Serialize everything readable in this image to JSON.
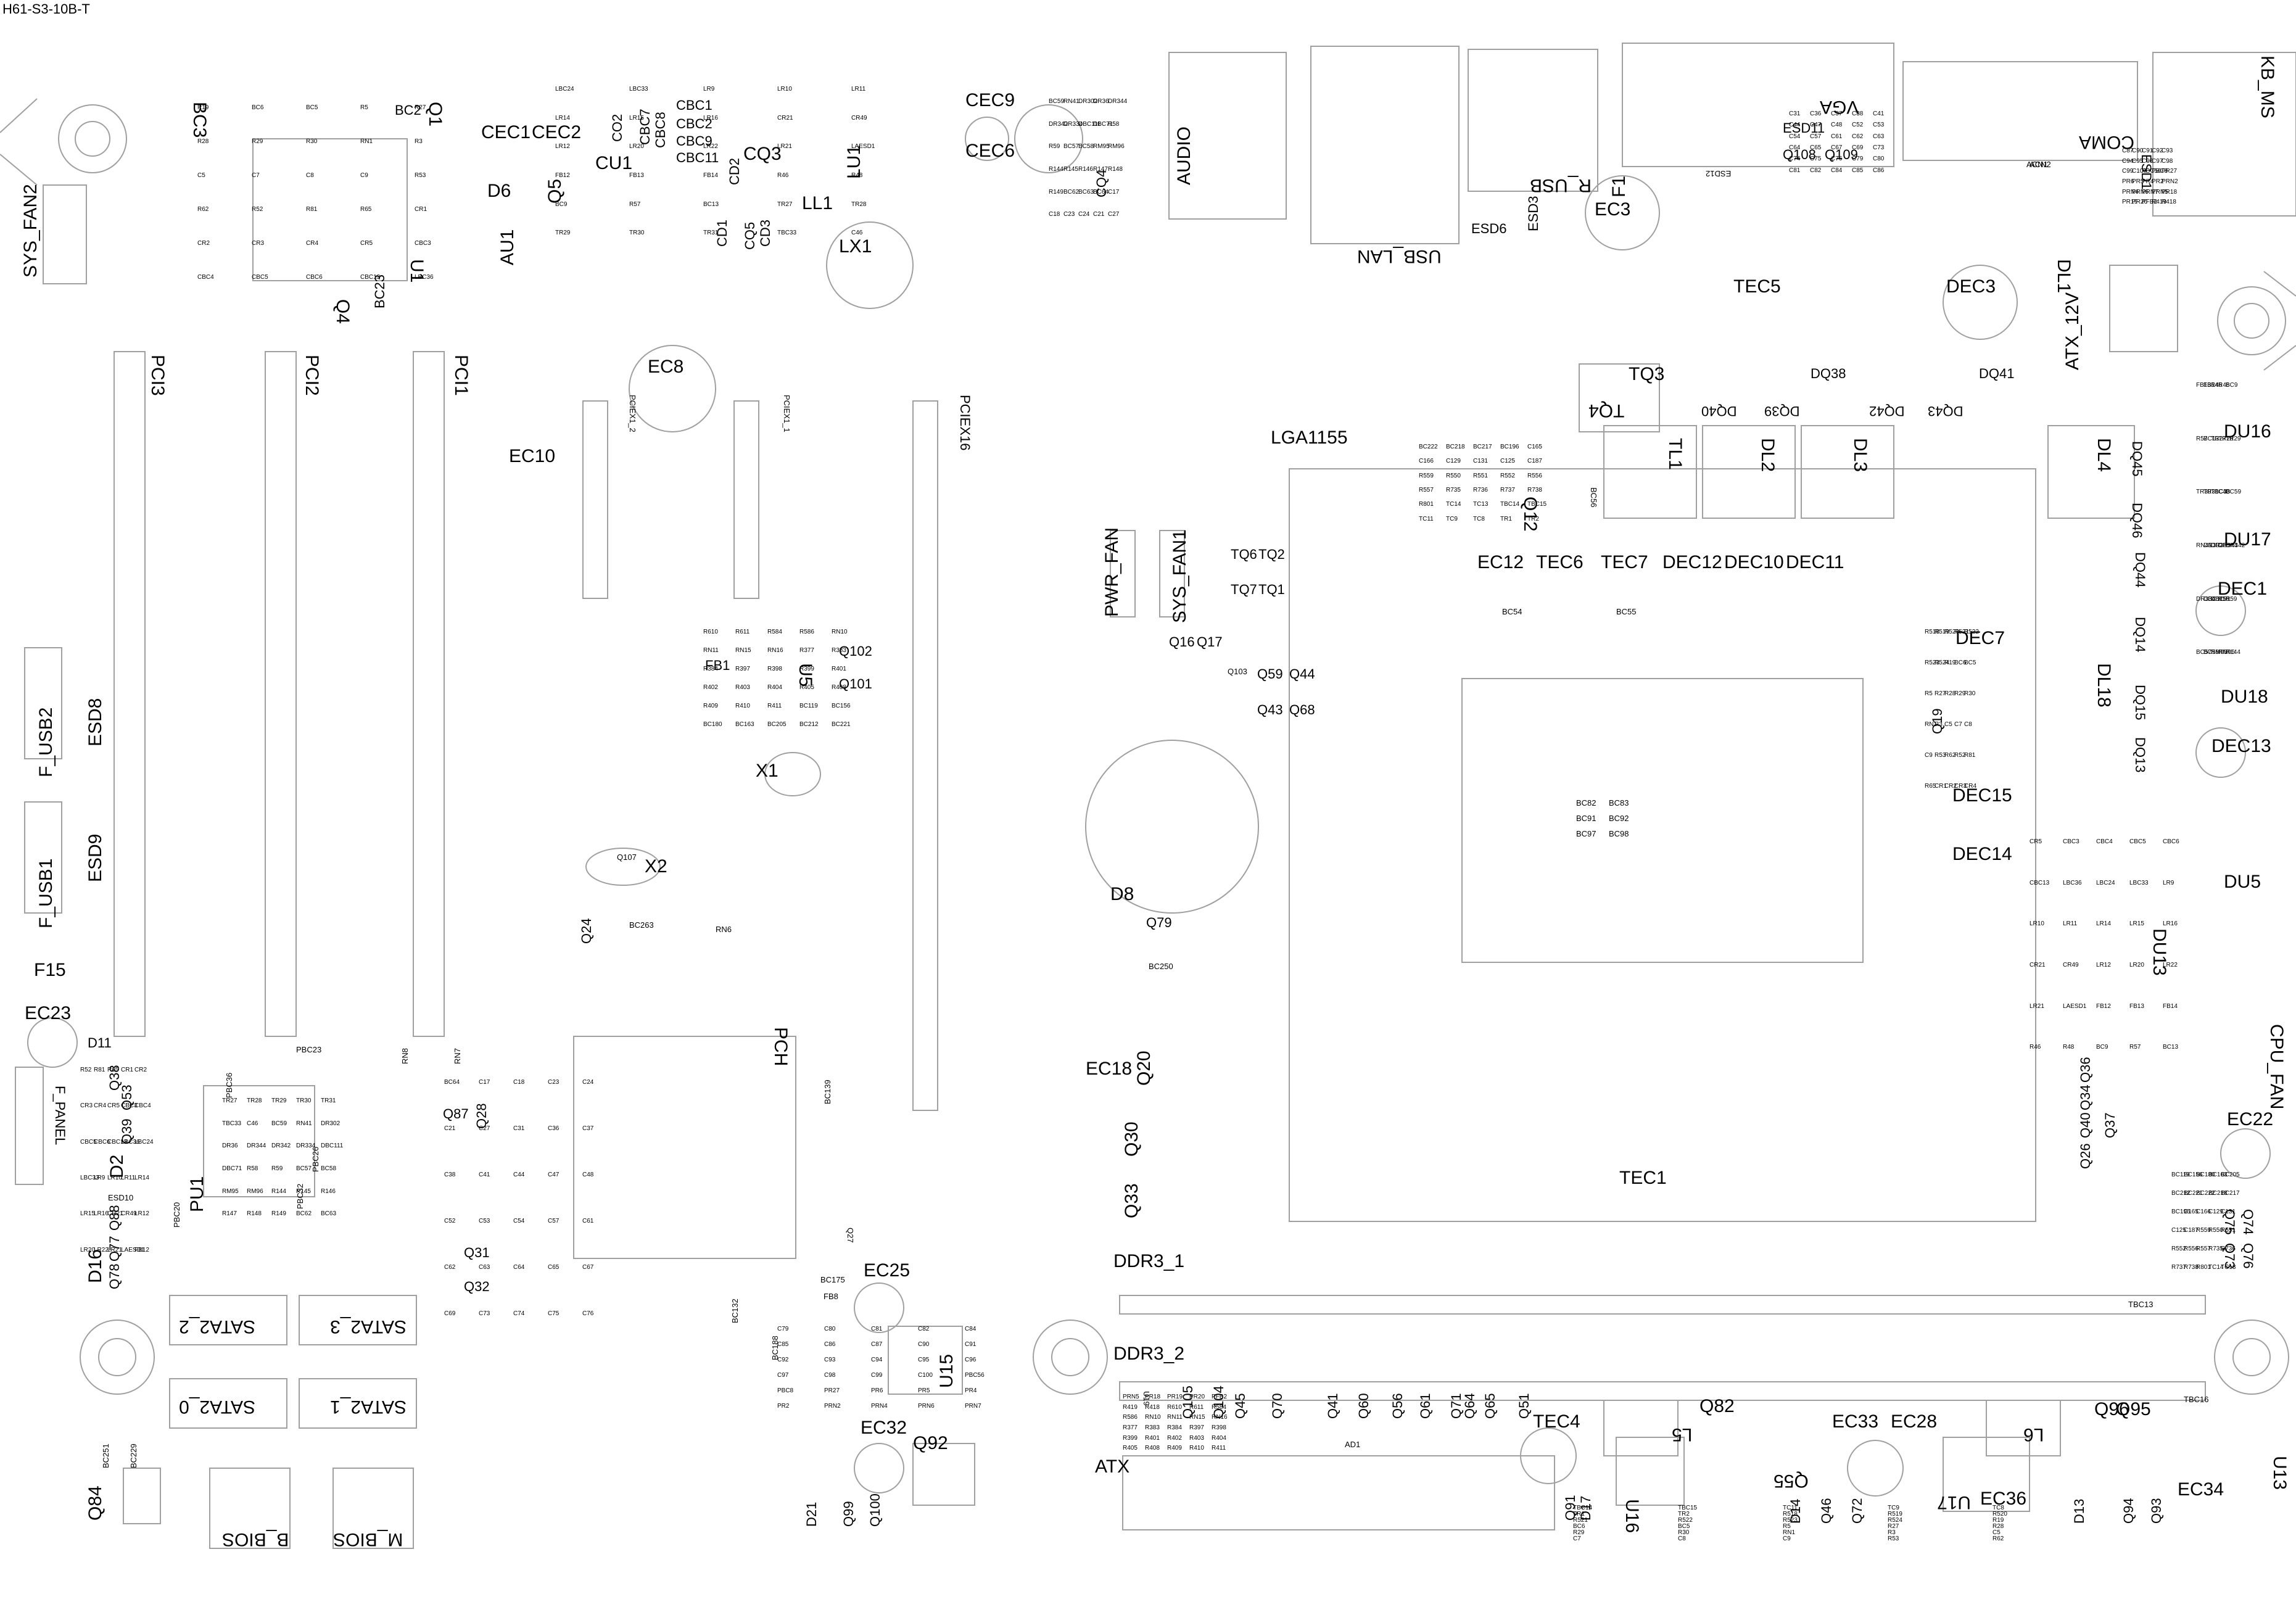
{
  "board_id": "H61-S3-10B-T",
  "colors": {
    "outline": "#a0a0a0",
    "text": "#000000",
    "background": "#ffffff"
  },
  "labels": {
    "sys_fan2": "SYS_FAN2",
    "bc3": "BC3",
    "bc2": "BC2",
    "q1": "Q1",
    "u1": "U1",
    "q4": "Q4",
    "bc23": "BC23",
    "pci3": "PCI3",
    "pci2": "PCI2",
    "pci1": "PCI1",
    "cec1": "CEC1",
    "cec2": "CEC2",
    "cbc1": "CBC1",
    "cbc2": "CBC2",
    "cbc9": "CBC9",
    "cbc11": "CBC11",
    "cbc7": "CBC7",
    "cbc8": "CBC8",
    "co2": "CO2",
    "cu1": "CU1",
    "q5": "Q5",
    "d6": "D6",
    "au1": "AU1",
    "cq3": "CQ3",
    "cd2": "CD2",
    "cd1": "CD1",
    "cq5": "CQ5",
    "cd3": "CD3",
    "lu1": "LU1",
    "ll1": "LL1",
    "lx1": "LX1",
    "cec9": "CEC9",
    "cec6": "CEC6",
    "cq4": "CQ4",
    "audio": "AUDIO",
    "r_usb": "R_USB",
    "usb_lan": "USB_LAN",
    "esd6": "ESD6",
    "esd3": "ESD3",
    "ec3": "EC3",
    "f1": "F1",
    "vga": "VGA",
    "esd11": "ESD11",
    "q108": "Q108",
    "q109": "Q109",
    "esd12": "ESD12",
    "coma": "COMA",
    "acn2": "ACN2",
    "acn1": "ACN1",
    "esd1": "ESD1",
    "kb_ms": "KB_MS",
    "tec5": "TEC5",
    "dec3": "DEC3",
    "dl1": "DL1",
    "atx_12v": "ATX_12V",
    "ec8": "EC8",
    "ec10": "EC10",
    "pcex1_2": "PCIEX1_2",
    "pcex1_1": "PCIEX1_1",
    "pcex16": "PCIEX16",
    "tq3": "TQ3",
    "tq4": "TQ4",
    "dq40": "DQ40",
    "dq39": "DQ39",
    "dq38": "DQ38",
    "dq42": "DQ42",
    "dq43": "DQ43",
    "dq41": "DQ41",
    "du16": "DU16",
    "lga1155": "LGA1155",
    "tl1": "TL1",
    "dl2": "DL2",
    "dl3": "DL3",
    "dl4": "DL4",
    "dq45": "DQ45",
    "dq46": "DQ46",
    "du17": "DU17",
    "q12": "Q12",
    "bc56": "BC56",
    "ec12": "EC12",
    "tec6": "TEC6",
    "tec7": "TEC7",
    "dec12": "DEC12",
    "dec10": "DEC10",
    "dec11": "DEC11",
    "dq44": "DQ44",
    "dec1": "DEC1",
    "pwr_fan": "PWR_FAN",
    "sys_fan1": "SYS_FAN1",
    "tq6": "TQ6",
    "tq2": "TQ2",
    "tq7": "TQ7",
    "tq1": "TQ1",
    "q16": "Q16",
    "q17": "Q17",
    "bc54": "BC54",
    "bc55": "BC55",
    "dec7": "DEC7",
    "dq14": "DQ14",
    "dl18": "DL18",
    "du18": "DU18",
    "dq15": "DQ15",
    "dec13": "DEC13",
    "dq13": "DQ13",
    "q19": "Q19",
    "fb1": "FB1",
    "u5": "U5",
    "q102": "Q102",
    "q101": "Q101",
    "x1": "X1",
    "q103": "Q103",
    "q59": "Q59",
    "q44": "Q44",
    "q43": "Q43",
    "q68": "Q68",
    "dec15": "DEC15",
    "dec14": "DEC14",
    "du5": "DU5",
    "du13": "DU13",
    "esd8": "ESD8",
    "f_usb2": "F_USB2",
    "esd9": "ESD9",
    "f_usb1": "F_USB1",
    "f15": "F15",
    "ec23": "EC23",
    "d11": "D11",
    "x2": "X2",
    "q107": "Q107",
    "q24": "Q24",
    "bc263": "BC263",
    "rn6": "RN6",
    "bc82": "BC82",
    "bc83": "BC83",
    "bc91": "BC91",
    "bc92": "BC92",
    "bc97": "BC97",
    "bc98": "BC98",
    "d8": "D8",
    "q79": "Q79",
    "bc250": "BC250",
    "cpu_fan": "CPU_FAN",
    "ec22": "EC22",
    "pch": "PCH",
    "bc139": "BC139",
    "ec18": "EC18",
    "q20": "Q20",
    "q30": "Q30",
    "q33": "Q33",
    "q38": "Q38",
    "q53": "Q53",
    "f_panel": "F_PANEL",
    "q39": "Q39",
    "d2": "D2",
    "pu1": "PU1",
    "pbc36": "PBC36",
    "pbc23": "PBC23",
    "pbc26": "PBC26",
    "pbc32": "PBC32",
    "pbc20": "PBC20",
    "q87": "Q87",
    "q28": "Q28",
    "q31": "Q31",
    "q32": "Q32",
    "q27": "Q27",
    "ec25": "EC25",
    "bc175": "BC175",
    "tec1": "TEC1",
    "q36": "Q36",
    "q34": "Q34",
    "q37": "Q37",
    "q40": "Q40",
    "q26": "Q26",
    "q88": "Q88",
    "q77": "Q77",
    "q78": "Q78",
    "d16": "D16",
    "esd10": "ESD10",
    "ddr3_1": "DDR3_1",
    "ddr3_2": "DDR3_2",
    "tbc13": "TBC13",
    "tbc16": "TBC16",
    "sata2_2": "SATA2_2",
    "sata2_3": "SATA2_3",
    "sata2_0": "SATA2_0",
    "sata2_1": "SATA2_1",
    "bc132": "BC132",
    "bc188": "BC188",
    "fb8": "FB8",
    "u15": "U15",
    "q75": "Q75",
    "q74": "Q74",
    "q73": "Q73",
    "q76": "Q76",
    "u19": "U19",
    "q105": "Q105",
    "q104": "Q104",
    "q45": "Q45",
    "q70": "Q70",
    "q41": "Q41",
    "q60": "Q60",
    "q56": "Q56",
    "q61": "Q61",
    "q71": "Q71",
    "q64": "Q64",
    "q65": "Q65",
    "q51": "Q51",
    "tec4": "TEC4",
    "l5": "L5",
    "q82": "Q82",
    "ec33": "EC33",
    "ec28": "EC28",
    "l6": "L6",
    "q96": "Q96",
    "q95": "Q95",
    "u13": "U13",
    "atx": "ATX",
    "ad1": "AD1",
    "ec32": "EC32",
    "q92": "Q92",
    "d21": "D21",
    "q99": "Q99",
    "q100": "Q100",
    "q84": "Q84",
    "bc251": "BC251",
    "bc229": "BC229",
    "b_bios": "B_BIOS",
    "m_bios": "M_BIOS",
    "u16": "U16",
    "q91": "Q91",
    "d17": "D17",
    "q55": "Q55",
    "d14": "D14",
    "q46": "Q46",
    "q72": "Q72",
    "u17": "U17",
    "ec36": "EC36",
    "d13": "D13",
    "q94": "Q94",
    "q93": "Q93",
    "ec34": "EC34",
    "rn8": "RN8",
    "rn7": "RN7"
  },
  "small_labels": [
    "R19",
    "BC6",
    "BC5",
    "R5",
    "R27",
    "R28",
    "R29",
    "R30",
    "RN1",
    "R3",
    "C5",
    "C7",
    "C8",
    "C9",
    "R53",
    "R62",
    "R52",
    "R81",
    "R65",
    "CR1",
    "CR2",
    "CR3",
    "CR4",
    "CR5",
    "CBC3",
    "CBC4",
    "CBC5",
    "CBC6",
    "CBC13",
    "LBC36",
    "LBC24",
    "LBC33",
    "LR9",
    "LR10",
    "LR11",
    "LR14",
    "LR15",
    "LR16",
    "CR21",
    "CR49",
    "LR12",
    "LR20",
    "LR22",
    "LR21",
    "LAESD1",
    "FB12",
    "FB13",
    "FB14",
    "R46",
    "R48",
    "BC9",
    "R57",
    "BC13",
    "TR27",
    "TR28",
    "TR29",
    "TR30",
    "TR31",
    "TBC33",
    "C46",
    "BC59",
    "RN41",
    "DR302",
    "DR36",
    "DR344",
    "DR342",
    "DR334",
    "DBC111",
    "DBC71",
    "R58",
    "R59",
    "BC57",
    "BC58",
    "RM95",
    "RM96",
    "R144",
    "R145",
    "R146",
    "R147",
    "R148",
    "R149",
    "BC62",
    "BC63",
    "BC64",
    "C17",
    "C18",
    "C23",
    "C24",
    "C21",
    "C27",
    "C31",
    "C36",
    "C37",
    "C38",
    "C41",
    "C44",
    "C47",
    "C48",
    "C52",
    "C53",
    "C54",
    "C57",
    "C61",
    "C62",
    "C63",
    "C64",
    "C65",
    "C67",
    "C69",
    "C73",
    "C74",
    "C75",
    "C76",
    "C79",
    "C80",
    "C81",
    "C82",
    "C84",
    "C85",
    "C86",
    "C87",
    "C90",
    "C91",
    "C92",
    "C93",
    "C94",
    "C95",
    "C96",
    "C97",
    "C98",
    "C99",
    "C100",
    "PBC56",
    "PBC8",
    "PR27",
    "PR6",
    "PR5",
    "PR4",
    "PR2",
    "PRN2",
    "PRN4",
    "PRN6",
    "PRN7",
    "PRN5",
    "PR18",
    "PR19",
    "PR20",
    "PFB2",
    "R419",
    "R418",
    "R610",
    "R611",
    "R584",
    "R586",
    "RN10",
    "RN11",
    "RN15",
    "RN16",
    "R377",
    "R383",
    "R384",
    "R397",
    "R398",
    "R399",
    "R401",
    "R402",
    "R403",
    "R404",
    "R405",
    "R408",
    "R409",
    "R410",
    "R411",
    "BC119",
    "BC156",
    "BC180",
    "BC163",
    "BC205",
    "BC212",
    "BC221",
    "BC222",
    "BC218",
    "BC217",
    "BC196",
    "C165",
    "C166",
    "C129",
    "C131",
    "C125",
    "C187",
    "R559",
    "R550",
    "R551",
    "R552",
    "R556",
    "R557",
    "R735",
    "R736",
    "R737",
    "R738",
    "R801",
    "TC14",
    "TC13",
    "TBC14",
    "TBC15",
    "TC11",
    "TC9",
    "TC8",
    "TR1",
    "TR2",
    "R518",
    "R519",
    "R520",
    "R521",
    "R522",
    "R523",
    "R524"
  ],
  "small_label_ellipsis": "…"
}
